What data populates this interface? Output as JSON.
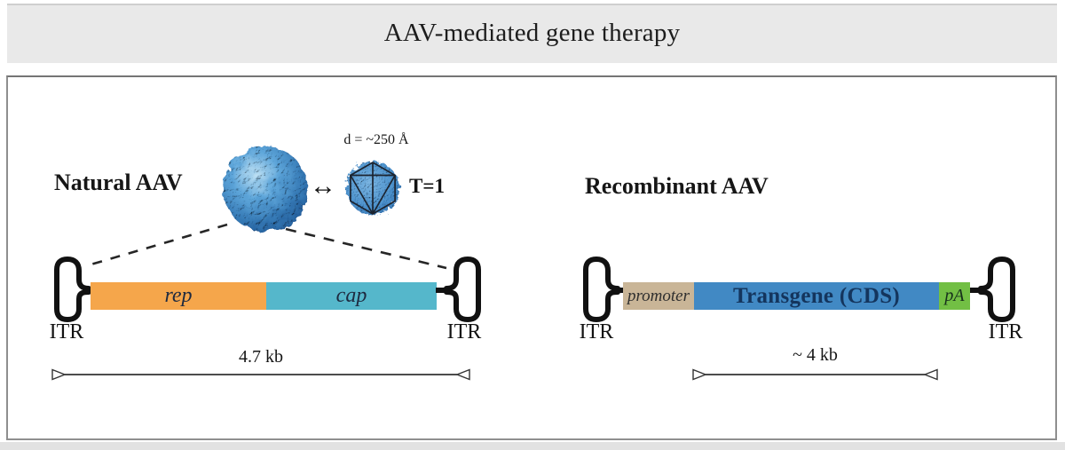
{
  "figure": {
    "title": "AAV-mediated gene therapy"
  },
  "natural": {
    "heading": "Natural AAV",
    "capsid_diameter_label": "d = ~250 Å",
    "triangulation_label": "T=1",
    "equivalence_arrow": "↔",
    "itr_left_label": "ITR",
    "itr_right_label": "ITR",
    "genome_length_label": "4.7 kb",
    "segments": [
      {
        "label": "rep",
        "color": "#F5A64B"
      },
      {
        "label": "cap",
        "color": "#55B7CB"
      }
    ]
  },
  "recombinant": {
    "heading": "Recombinant AAV",
    "itr_left_label": "ITR",
    "itr_right_label": "ITR",
    "cassette_length_label": "~ 4 kb",
    "segments": [
      {
        "label": "promoter",
        "color": "#C9B597"
      },
      {
        "label": "Transgene (CDS)",
        "color": "#4189C4"
      },
      {
        "label": "pA",
        "color": "#72BF44"
      }
    ]
  }
}
